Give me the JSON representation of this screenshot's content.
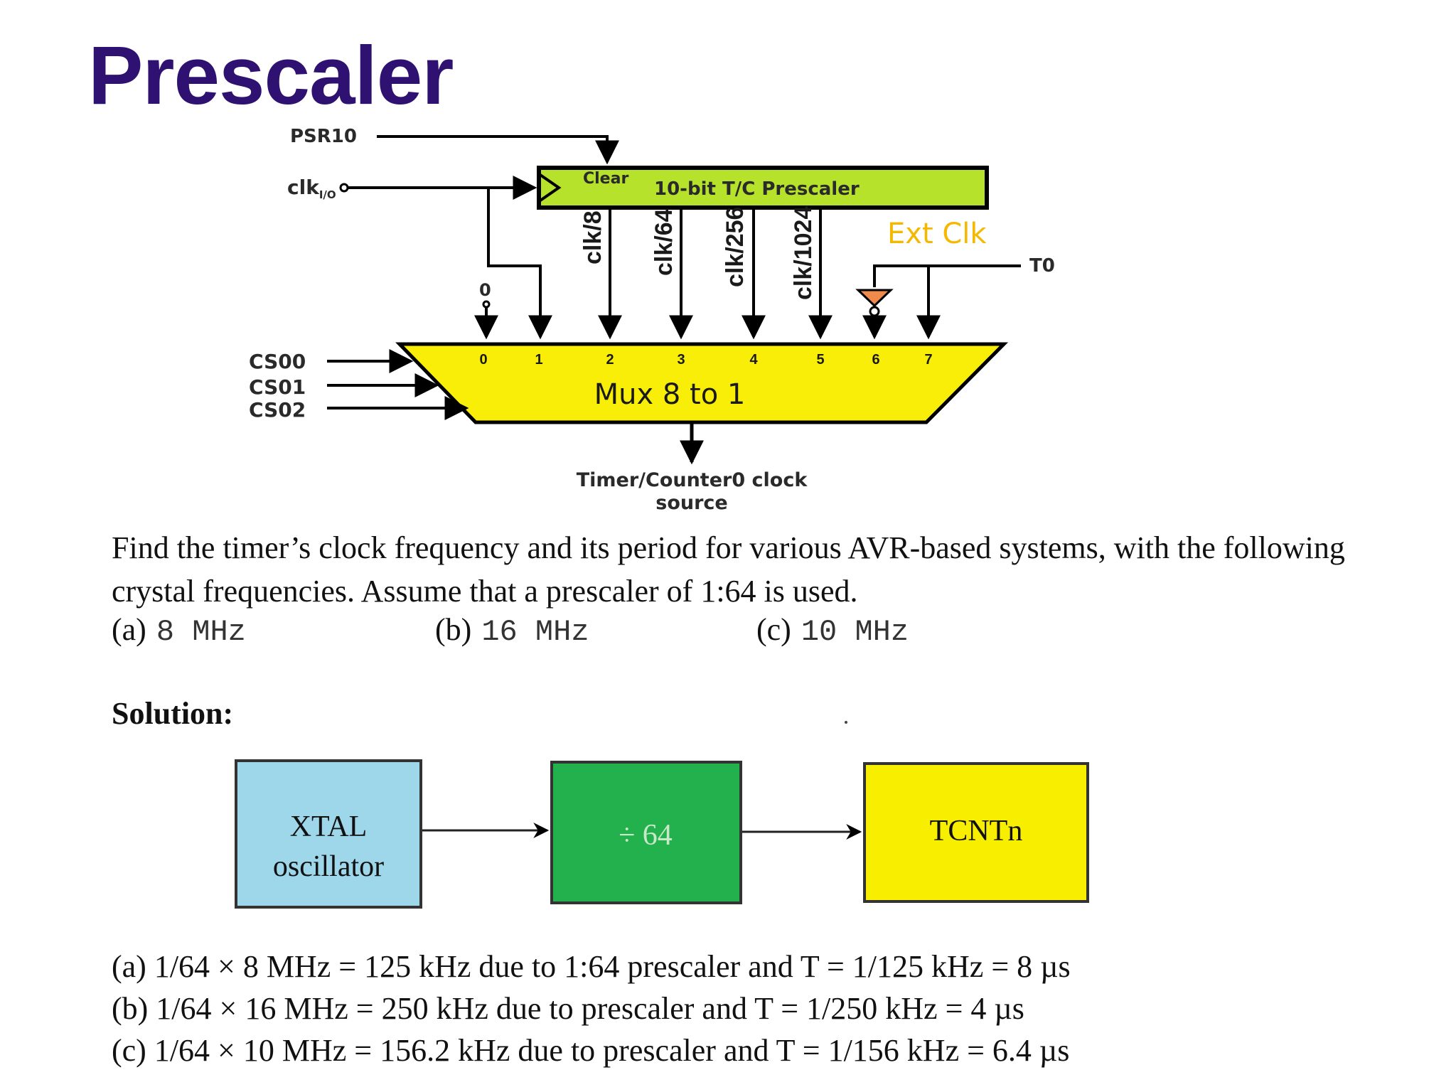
{
  "slide": {
    "title": "Prescaler"
  },
  "prescaler_diagram": {
    "psr_label": "PSR10",
    "clk_label": "clk",
    "clk_subscript": "I/O",
    "prescaler_clear": "Clear",
    "prescaler_label": "10-bit T/C Prescaler",
    "zero_input": "0",
    "taps": [
      "clk/8",
      "clk/64",
      "clk/256",
      "clk/1024"
    ],
    "ext_clk_label": "Ext Clk",
    "t0_label": "T0",
    "mux_label": "Mux 8 to 1",
    "mux_inputs": [
      "0",
      "1",
      "2",
      "3",
      "4",
      "5",
      "6",
      "7"
    ],
    "select_lines": [
      "CS00",
      "CS01",
      "CS02"
    ],
    "output_label_line1": "Timer/Counter0 clock",
    "output_label_line2": "source",
    "colors": {
      "prescaler_fill": "#b7e22b",
      "mux_fill": "#f8ee08",
      "ext_clk_text": "#f5b800",
      "edge_marker": "#f08a4b"
    }
  },
  "problem": {
    "text": "Find the timer’s clock frequency and its period for various AVR-based systems, with the following crystal frequencies. Assume that a prescaler of 1:64 is used.",
    "options": [
      {
        "label": "(a)",
        "value": "8 MHz"
      },
      {
        "label": "(b)",
        "value": "16 MHz"
      },
      {
        "label": "(c)",
        "value": "10 MHz"
      }
    ]
  },
  "solution": {
    "heading": "Solution:",
    "blocks": {
      "xtal_line1": "XTAL",
      "xtal_line2": "oscillator",
      "divider": "÷ 64",
      "counter": "TCNTn"
    },
    "block_colors": {
      "xtal": "#9ed6ea",
      "divider": "#22b14c",
      "counter": "#f7ee00"
    },
    "answers": [
      "(a) 1/64 × 8 MHz = 125 kHz due to 1:64 prescaler and T = 1/125 kHz = 8 µs",
      "(b) 1/64 × 16 MHz = 250 kHz due to prescaler and T = 1/250 kHz = 4 µs",
      "(c) 1/64 × 10 MHz = 156.2 kHz due to prescaler and T = 1/156 kHz = 6.4 µs"
    ]
  }
}
